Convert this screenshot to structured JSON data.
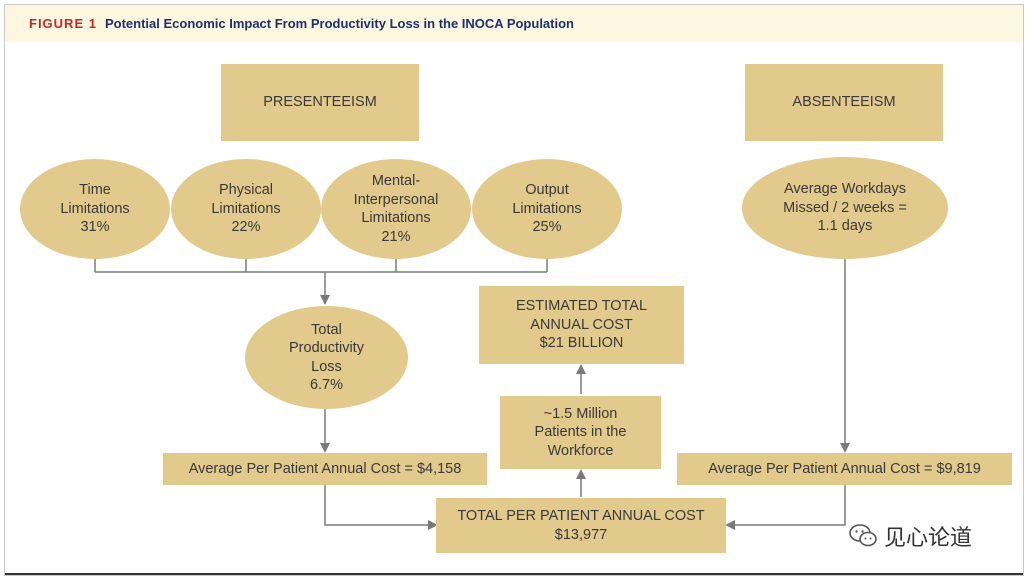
{
  "figure": {
    "label": "FIGURE 1",
    "title": "Potential Economic Impact From Productivity Loss in the INOCA Population"
  },
  "presenteeism": {
    "heading": "PRESENTEEISM"
  },
  "absenteeism": {
    "heading": "ABSENTEEISM"
  },
  "limitations": [
    {
      "label": "Time\nLimitations\n31%"
    },
    {
      "label": "Physical\nLimitations\n22%"
    },
    {
      "label": "Mental-\nInterpersonal\nLimitations\n21%"
    },
    {
      "label": "Output\nLimitations\n25%"
    }
  ],
  "missed_days": {
    "label": "Average Workdays\nMissed / 2 weeks =\n1.1 days"
  },
  "total_productivity_loss": {
    "label": "Total\nProductivity\nLoss\n6.7%"
  },
  "estimated_total": {
    "label": "ESTIMATED TOTAL\nANNUAL COST\n$21 BILLION"
  },
  "patients_in_workforce": {
    "label": "~1.5 Million\nPatients in the\nWorkforce"
  },
  "presenteeism_cost": {
    "label": "Average Per Patient Annual Cost = $4,158"
  },
  "absenteeism_cost": {
    "label": "Average Per Patient Annual Cost = $9,819"
  },
  "total_per_patient": {
    "label": "TOTAL PER PATIENT ANNUAL COST\n$13,977"
  },
  "watermark": {
    "text": "见心论道"
  },
  "colors": {
    "box_fill": "#e2c98c",
    "connector": "#7a7a7a",
    "header_bg": "#fdf6e0",
    "label_red": "#c0282d",
    "title_navy": "#1f2f6e"
  }
}
